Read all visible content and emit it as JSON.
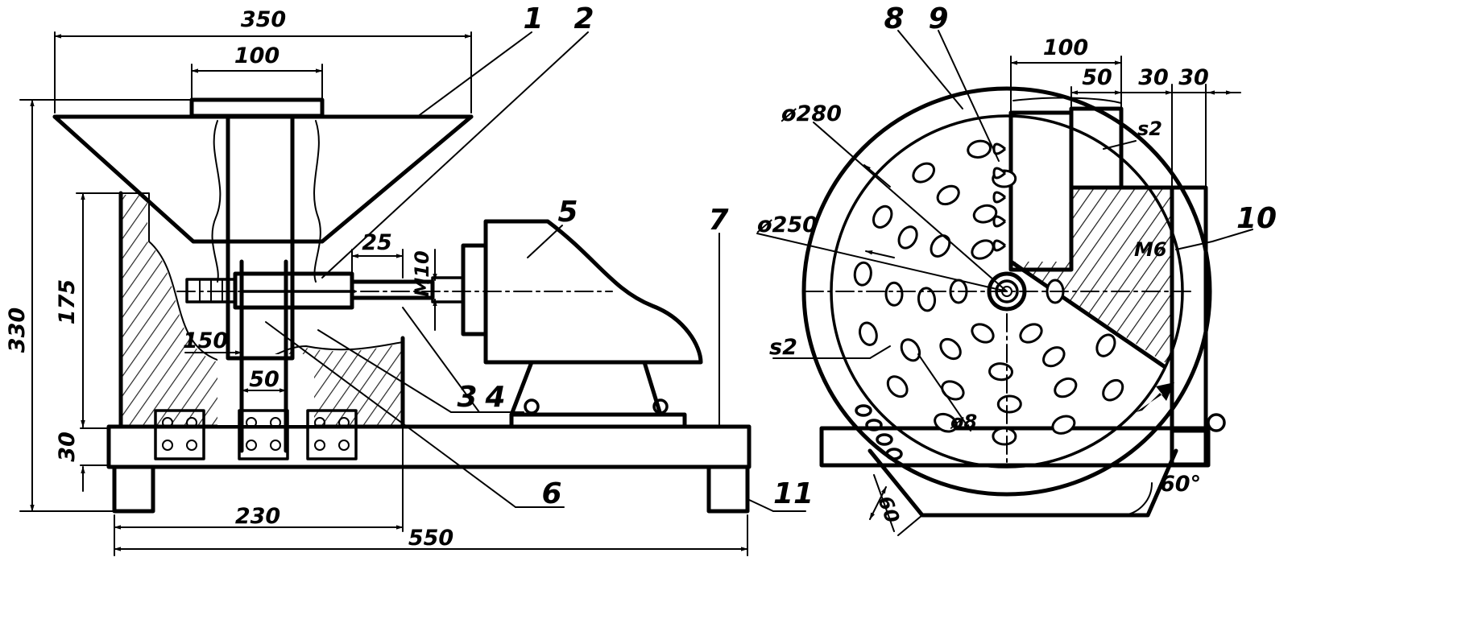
{
  "side_view": {
    "dims": {
      "width_top": "350",
      "tube": "100",
      "height_total": "330",
      "height_box": "175",
      "shaft_gap": "25",
      "thread": "M10",
      "disk_pos": "150",
      "bracket": "50",
      "base_thick": "30",
      "left_length": "230",
      "total_length": "550"
    },
    "labels": [
      "1",
      "2",
      "3",
      "4",
      "5",
      "6",
      "7",
      "11"
    ]
  },
  "front_view": {
    "dims": {
      "outer_diameter": "ø280",
      "disk_diameter": "ø250",
      "top_width": "100",
      "chute": "50",
      "wall_a": "30",
      "wall_b": "30",
      "sheet_top": "s2",
      "sheet_disk": "s2",
      "hole": "ø8",
      "bolt": "M6",
      "stand": "60",
      "angle": "60°"
    },
    "labels": [
      "8",
      "9",
      "10"
    ]
  },
  "colors": {
    "ink": "#000000",
    "paper": "#ffffff"
  }
}
